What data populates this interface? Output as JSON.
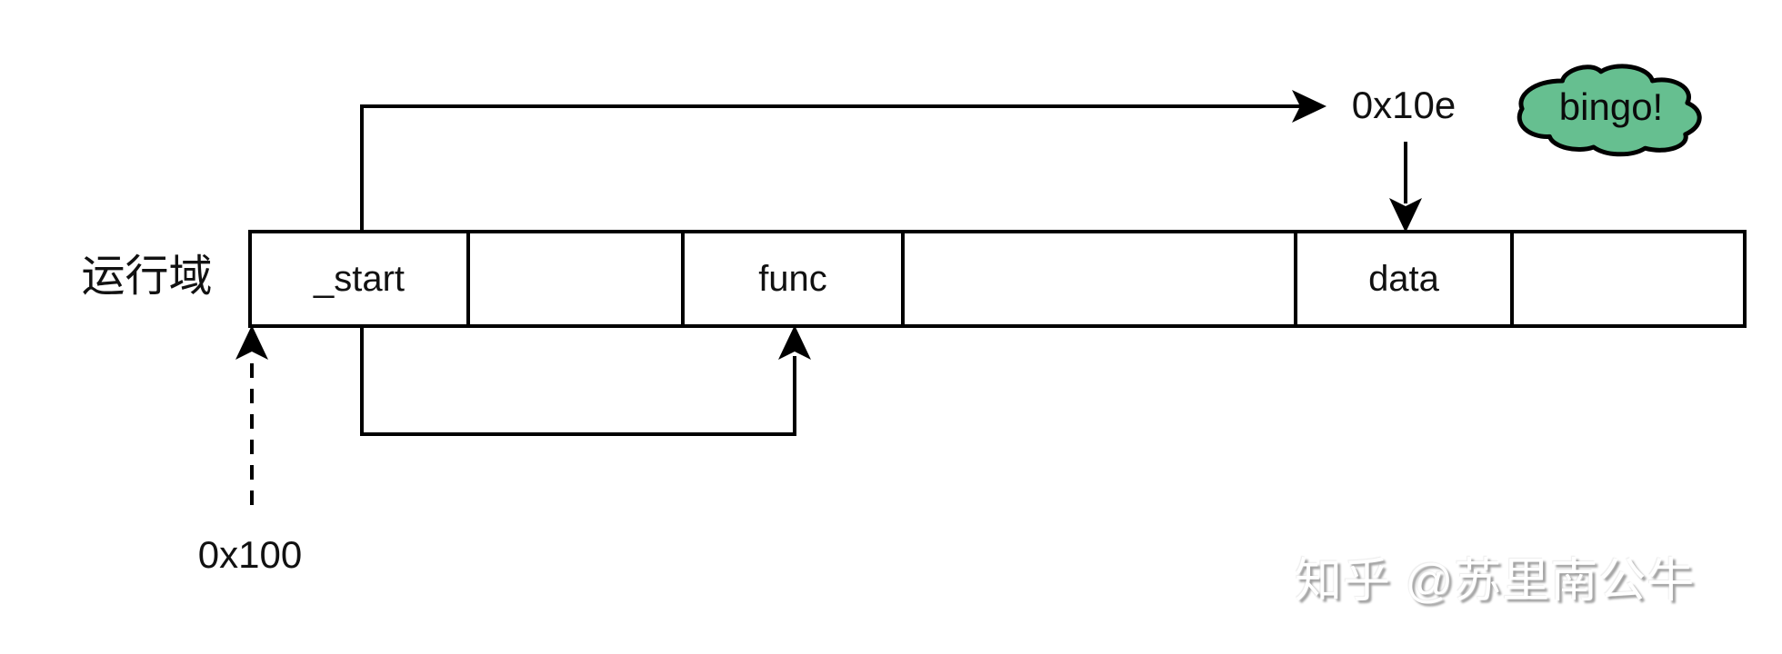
{
  "diagram": {
    "region_label": "运行域",
    "cells": [
      {
        "label": "_start"
      },
      {
        "label": ""
      },
      {
        "label": "func"
      },
      {
        "label": ""
      },
      {
        "label": "data"
      },
      {
        "label": ""
      }
    ],
    "address_top": "0x10e",
    "address_bottom": "0x100",
    "cloud_text": "bingo!",
    "colors": {
      "line": "#000000",
      "cloud_fill": "#66bf90",
      "cloud_stroke": "#000000",
      "background": "#ffffff"
    }
  },
  "watermark": {
    "text": "知乎 @苏里南公牛"
  }
}
